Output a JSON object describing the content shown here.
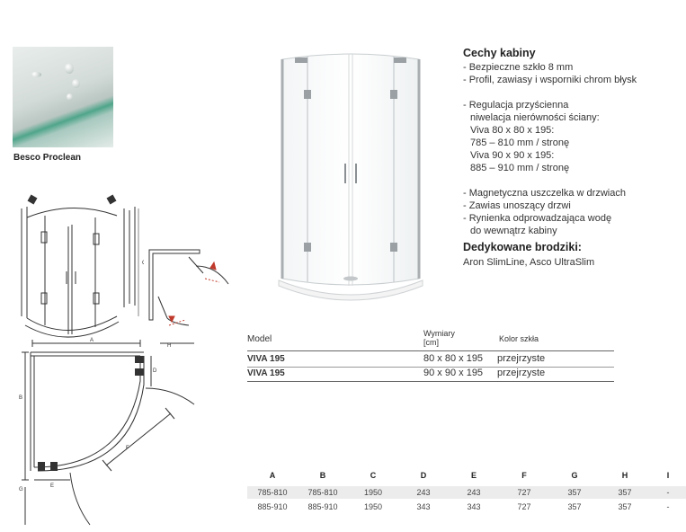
{
  "brand_label": "Besco Proclean",
  "features": {
    "title": "Cechy kabiny",
    "items": [
      "- Bezpieczne szkło 8 mm",
      "- Profil, zawiasy i wsporniki chrom błysk",
      "",
      "- Regulacja przyścienna",
      "  niwelacja nierówności ściany:",
      "  Viva 80 x 80 x 195:",
      "  785 – 810 mm / stronę",
      "  Viva 90 x 90 x 195:",
      "  885 – 910 mm / stronę",
      "",
      "- Magnetyczna uszczelka w drzwiach",
      "- Zawias unoszący drzwi",
      "- Rynienka odprowadzająca wodę",
      "  do wewnątrz kabiny"
    ],
    "trays_title": "Dedykowane brodziki:",
    "trays_text": "Aron SlimLine, Asco UltraSlim"
  },
  "models": {
    "headers": {
      "model": "Model",
      "dims_line1": "Wymiary",
      "dims_line2": "[cm]",
      "color": "Kolor szkła"
    },
    "rows": [
      {
        "model": "VIVA 195",
        "dims": "80 x 80 x 195",
        "color": "przejrzyste"
      },
      {
        "model": "VIVA 195",
        "dims": "90 x 90 x 195",
        "color": "przejrzyste"
      }
    ]
  },
  "dimensions": {
    "headers": [
      "A",
      "B",
      "C",
      "D",
      "E",
      "F",
      "G",
      "H",
      "I"
    ],
    "rows": [
      [
        "785-810",
        "785-810",
        "1950",
        "243",
        "243",
        "727",
        "357",
        "357",
        "-"
      ],
      [
        "885-910",
        "885-910",
        "1950",
        "343",
        "343",
        "727",
        "357",
        "357",
        "-"
      ]
    ]
  },
  "diagram_labels": {
    "iso_c": "C",
    "plan_a": "A",
    "plan_b": "B",
    "plan_d": "D",
    "plan_e": "E",
    "plan_f": "F",
    "plan_g": "G",
    "plan_h": "H"
  },
  "colors": {
    "shaded_row": "#ececec",
    "accent_green": "#4fa58a",
    "arrow_red": "#c0392b"
  }
}
